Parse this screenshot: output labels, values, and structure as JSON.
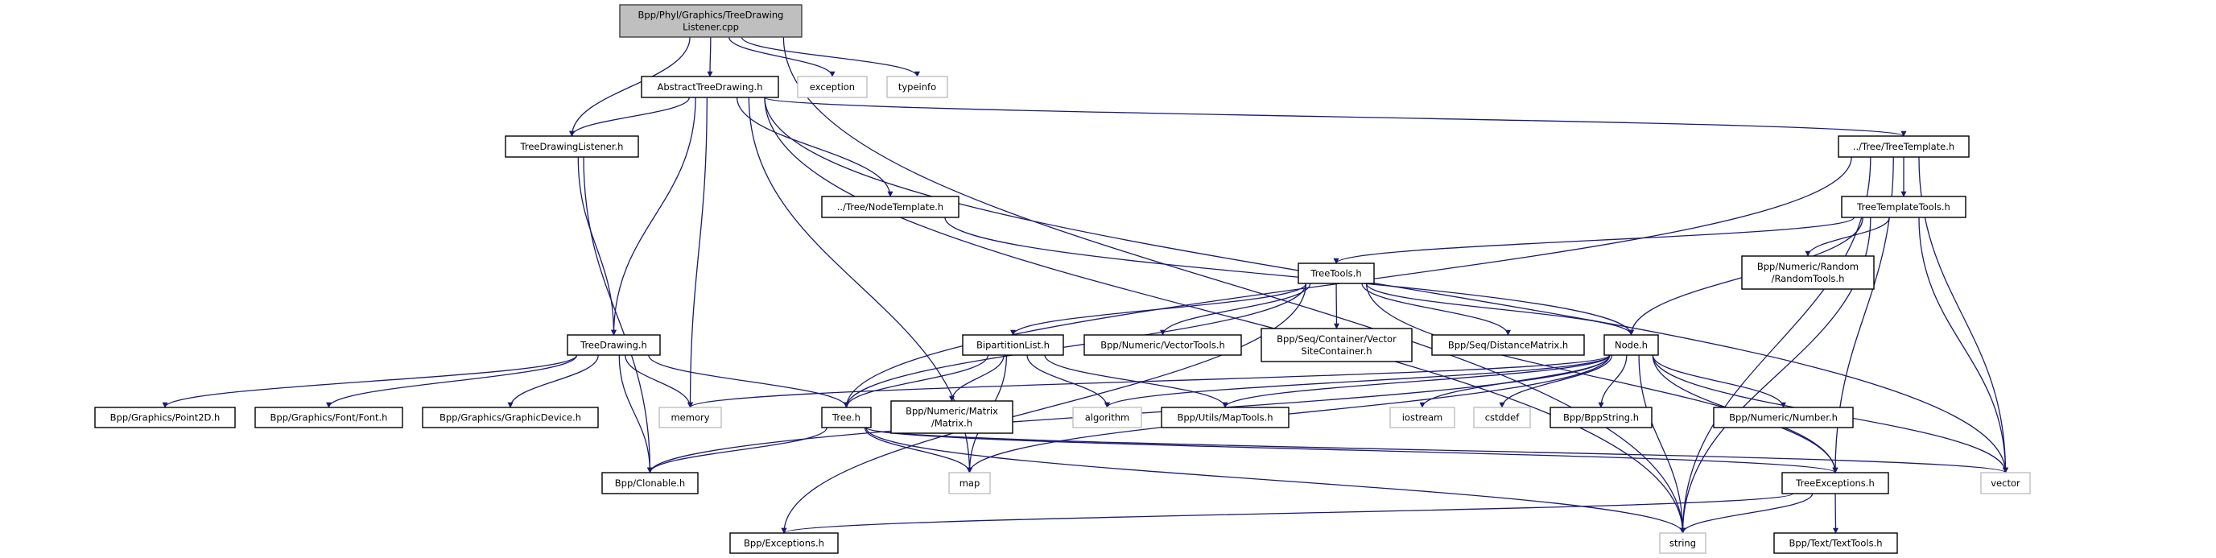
{
  "title": "Bpp/Phyl/Graphics/TreeDrawingListener.cpp",
  "colors": {
    "edge": "#191970",
    "root_fill": "#bfbfbf",
    "file_border": "#000000",
    "system_border": "#bfbfbf"
  },
  "nodes": [
    {
      "id": "cpp",
      "lines": [
        "Bpp/Phyl/Graphics/TreeDrawing",
        "Listener.cpp"
      ],
      "kind": "root"
    },
    {
      "id": "atd",
      "lines": [
        "AbstractTreeDrawing.h"
      ],
      "kind": "file"
    },
    {
      "id": "exception",
      "lines": [
        "exception"
      ],
      "kind": "system"
    },
    {
      "id": "typeinfo",
      "lines": [
        "typeinfo"
      ],
      "kind": "system"
    },
    {
      "id": "tdl",
      "lines": [
        "TreeDrawingListener.h"
      ],
      "kind": "file"
    },
    {
      "id": "nodetemplate",
      "lines": [
        "../Tree/NodeTemplate.h"
      ],
      "kind": "file"
    },
    {
      "id": "treetemplate",
      "lines": [
        "../Tree/TreeTemplate.h"
      ],
      "kind": "file"
    },
    {
      "id": "treetemplatetools",
      "lines": [
        "TreeTemplateTools.h"
      ],
      "kind": "file"
    },
    {
      "id": "randomtools",
      "lines": [
        "Bpp/Numeric/Random",
        "/RandomTools.h"
      ],
      "kind": "file"
    },
    {
      "id": "treetools",
      "lines": [
        "TreeTools.h"
      ],
      "kind": "file"
    },
    {
      "id": "treedrawing",
      "lines": [
        "TreeDrawing.h"
      ],
      "kind": "file"
    },
    {
      "id": "bipartition",
      "lines": [
        "BipartitionList.h"
      ],
      "kind": "file"
    },
    {
      "id": "vectortools",
      "lines": [
        "Bpp/Numeric/VectorTools.h"
      ],
      "kind": "file"
    },
    {
      "id": "vsc",
      "lines": [
        "Bpp/Seq/Container/Vector",
        "SiteContainer.h"
      ],
      "kind": "file"
    },
    {
      "id": "distmatrix",
      "lines": [
        "Bpp/Seq/DistanceMatrix.h"
      ],
      "kind": "file"
    },
    {
      "id": "node",
      "lines": [
        "Node.h"
      ],
      "kind": "file"
    },
    {
      "id": "point2d",
      "lines": [
        "Bpp/Graphics/Point2D.h"
      ],
      "kind": "file"
    },
    {
      "id": "font",
      "lines": [
        "Bpp/Graphics/Font/Font.h"
      ],
      "kind": "file"
    },
    {
      "id": "graphicdevice",
      "lines": [
        "Bpp/Graphics/GraphicDevice.h"
      ],
      "kind": "file"
    },
    {
      "id": "memory",
      "lines": [
        "memory"
      ],
      "kind": "system"
    },
    {
      "id": "tree",
      "lines": [
        "Tree.h"
      ],
      "kind": "file"
    },
    {
      "id": "matrix",
      "lines": [
        "Bpp/Numeric/Matrix",
        "/Matrix.h"
      ],
      "kind": "file"
    },
    {
      "id": "algorithm",
      "lines": [
        "algorithm"
      ],
      "kind": "system"
    },
    {
      "id": "maptools",
      "lines": [
        "Bpp/Utils/MapTools.h"
      ],
      "kind": "file"
    },
    {
      "id": "iostream",
      "lines": [
        "iostream"
      ],
      "kind": "system"
    },
    {
      "id": "cstddef",
      "lines": [
        "cstddef"
      ],
      "kind": "system"
    },
    {
      "id": "bppstring",
      "lines": [
        "Bpp/BppString.h"
      ],
      "kind": "file"
    },
    {
      "id": "number",
      "lines": [
        "Bpp/Numeric/Number.h"
      ],
      "kind": "file"
    },
    {
      "id": "clonable",
      "lines": [
        "Bpp/Clonable.h"
      ],
      "kind": "file"
    },
    {
      "id": "map",
      "lines": [
        "map"
      ],
      "kind": "system"
    },
    {
      "id": "treeexceptions",
      "lines": [
        "TreeExceptions.h"
      ],
      "kind": "file"
    },
    {
      "id": "vector",
      "lines": [
        "vector"
      ],
      "kind": "system"
    },
    {
      "id": "exceptions",
      "lines": [
        "Bpp/Exceptions.h"
      ],
      "kind": "file"
    },
    {
      "id": "string",
      "lines": [
        "string"
      ],
      "kind": "system"
    },
    {
      "id": "texttools",
      "lines": [
        "Bpp/Text/TextTools.h"
      ],
      "kind": "file"
    }
  ],
  "edges": [
    [
      "cpp",
      "atd"
    ],
    [
      "cpp",
      "exception"
    ],
    [
      "cpp",
      "typeinfo"
    ],
    [
      "cpp",
      "tdl"
    ],
    [
      "cpp",
      "string"
    ],
    [
      "atd",
      "tdl"
    ],
    [
      "atd",
      "treedrawing"
    ],
    [
      "atd",
      "memory"
    ],
    [
      "atd",
      "string"
    ],
    [
      "atd",
      "map"
    ],
    [
      "atd",
      "nodetemplate"
    ],
    [
      "atd",
      "treetemplate"
    ],
    [
      "atd",
      "vector"
    ],
    [
      "tdl",
      "treedrawing"
    ],
    [
      "tdl",
      "clonable"
    ],
    [
      "treedrawing",
      "point2d"
    ],
    [
      "treedrawing",
      "font"
    ],
    [
      "treedrawing",
      "graphicdevice"
    ],
    [
      "treedrawing",
      "memory"
    ],
    [
      "treedrawing",
      "clonable"
    ],
    [
      "treedrawing",
      "tree"
    ],
    [
      "nodetemplate",
      "node"
    ],
    [
      "treetemplate",
      "treetemplatetools"
    ],
    [
      "treetemplate",
      "tree"
    ],
    [
      "treetemplate",
      "treeexceptions"
    ],
    [
      "treetemplate",
      "vector"
    ],
    [
      "treetemplate",
      "string"
    ],
    [
      "treetemplatetools",
      "treetools"
    ],
    [
      "treetemplatetools",
      "randomtools"
    ],
    [
      "treetemplatetools",
      "node"
    ],
    [
      "treetemplatetools",
      "vector"
    ],
    [
      "treetemplatetools",
      "string"
    ],
    [
      "treetools",
      "exceptions"
    ],
    [
      "treetools",
      "tree"
    ],
    [
      "treetools",
      "bipartition"
    ],
    [
      "treetools",
      "vectortools"
    ],
    [
      "treetools",
      "vsc"
    ],
    [
      "treetools",
      "distmatrix"
    ],
    [
      "treetools",
      "node"
    ],
    [
      "treetools",
      "treeexceptions"
    ],
    [
      "bipartition",
      "tree"
    ],
    [
      "bipartition",
      "matrix"
    ],
    [
      "bipartition",
      "map"
    ],
    [
      "bipartition",
      "algorithm"
    ],
    [
      "bipartition",
      "maptools"
    ],
    [
      "node",
      "memory"
    ],
    [
      "node",
      "algorithm"
    ],
    [
      "node",
      "maptools"
    ],
    [
      "node",
      "iostream"
    ],
    [
      "node",
      "cstddef"
    ],
    [
      "node",
      "bppstring"
    ],
    [
      "node",
      "number"
    ],
    [
      "node",
      "clonable"
    ],
    [
      "node",
      "map"
    ],
    [
      "node",
      "treeexceptions"
    ],
    [
      "node",
      "vector"
    ],
    [
      "node",
      "string"
    ],
    [
      "tree",
      "clonable"
    ],
    [
      "tree",
      "map"
    ],
    [
      "tree",
      "string"
    ],
    [
      "tree",
      "treeexceptions"
    ],
    [
      "tree",
      "vector"
    ],
    [
      "treeexceptions",
      "exceptions"
    ],
    [
      "treeexceptions",
      "string"
    ],
    [
      "treeexceptions",
      "texttools"
    ]
  ]
}
